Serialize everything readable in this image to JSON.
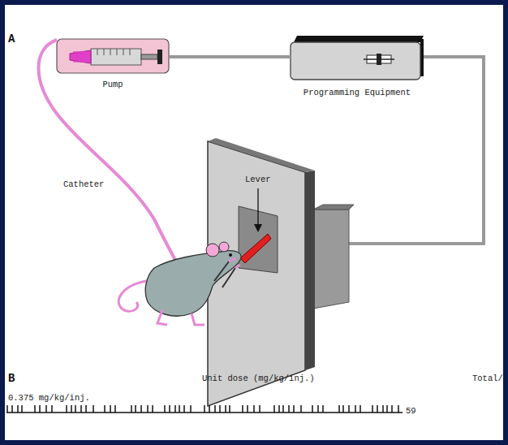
{
  "diagram": {
    "nodes": [
      {
        "text": [
          "Pump"
        ]
      },
      {
        "text": [
          "Programming Equipment"
        ]
      }
    ],
    "edges": [
      {
        "from": 0,
        "to": 1,
        "arrow": "none"
      }
    ],
    "labels": [
      "A",
      "Catheter",
      "Lever",
      "B",
      "Unit dose (mg/kg/inj.)",
      "Total/",
      "0.375 mg/kg/inj.",
      "59"
    ]
  }
}
